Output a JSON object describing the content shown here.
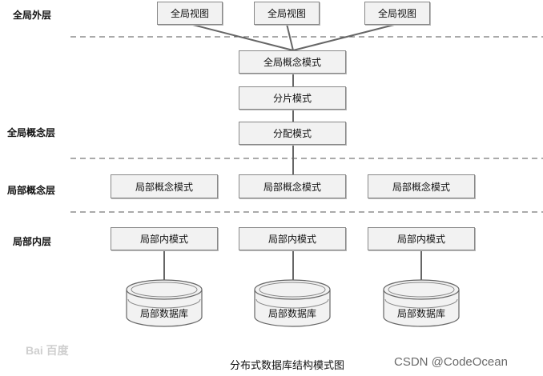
{
  "layers": {
    "global_external": "全局外层",
    "global_conceptual": "全局概念层",
    "local_conceptual": "局部概念层",
    "local_internal": "局部内层"
  },
  "boxes": {
    "global_views": [
      "全局视图",
      "全局视图",
      "全局视图"
    ],
    "global_conceptual_schema": "全局概念模式",
    "fragmentation_schema": "分片模式",
    "allocation_schema": "分配模式",
    "local_conceptual_schemas": [
      "局部概念模式",
      "局部概念模式",
      "局部概念模式"
    ],
    "local_internal_schemas": [
      "局部内模式",
      "局部内模式",
      "局部内模式"
    ],
    "local_databases": [
      "局部数据库",
      "局部数据库",
      "局部数据库"
    ]
  },
  "caption": "分布式数据库结构模式图",
  "watermarks": {
    "left": "Bai 百度",
    "right": "CSDN @CodeOcean"
  },
  "colors": {
    "box_fill": "#f2f2f2",
    "box_border": "#888888",
    "line": "#666666",
    "dash": "#555555"
  }
}
